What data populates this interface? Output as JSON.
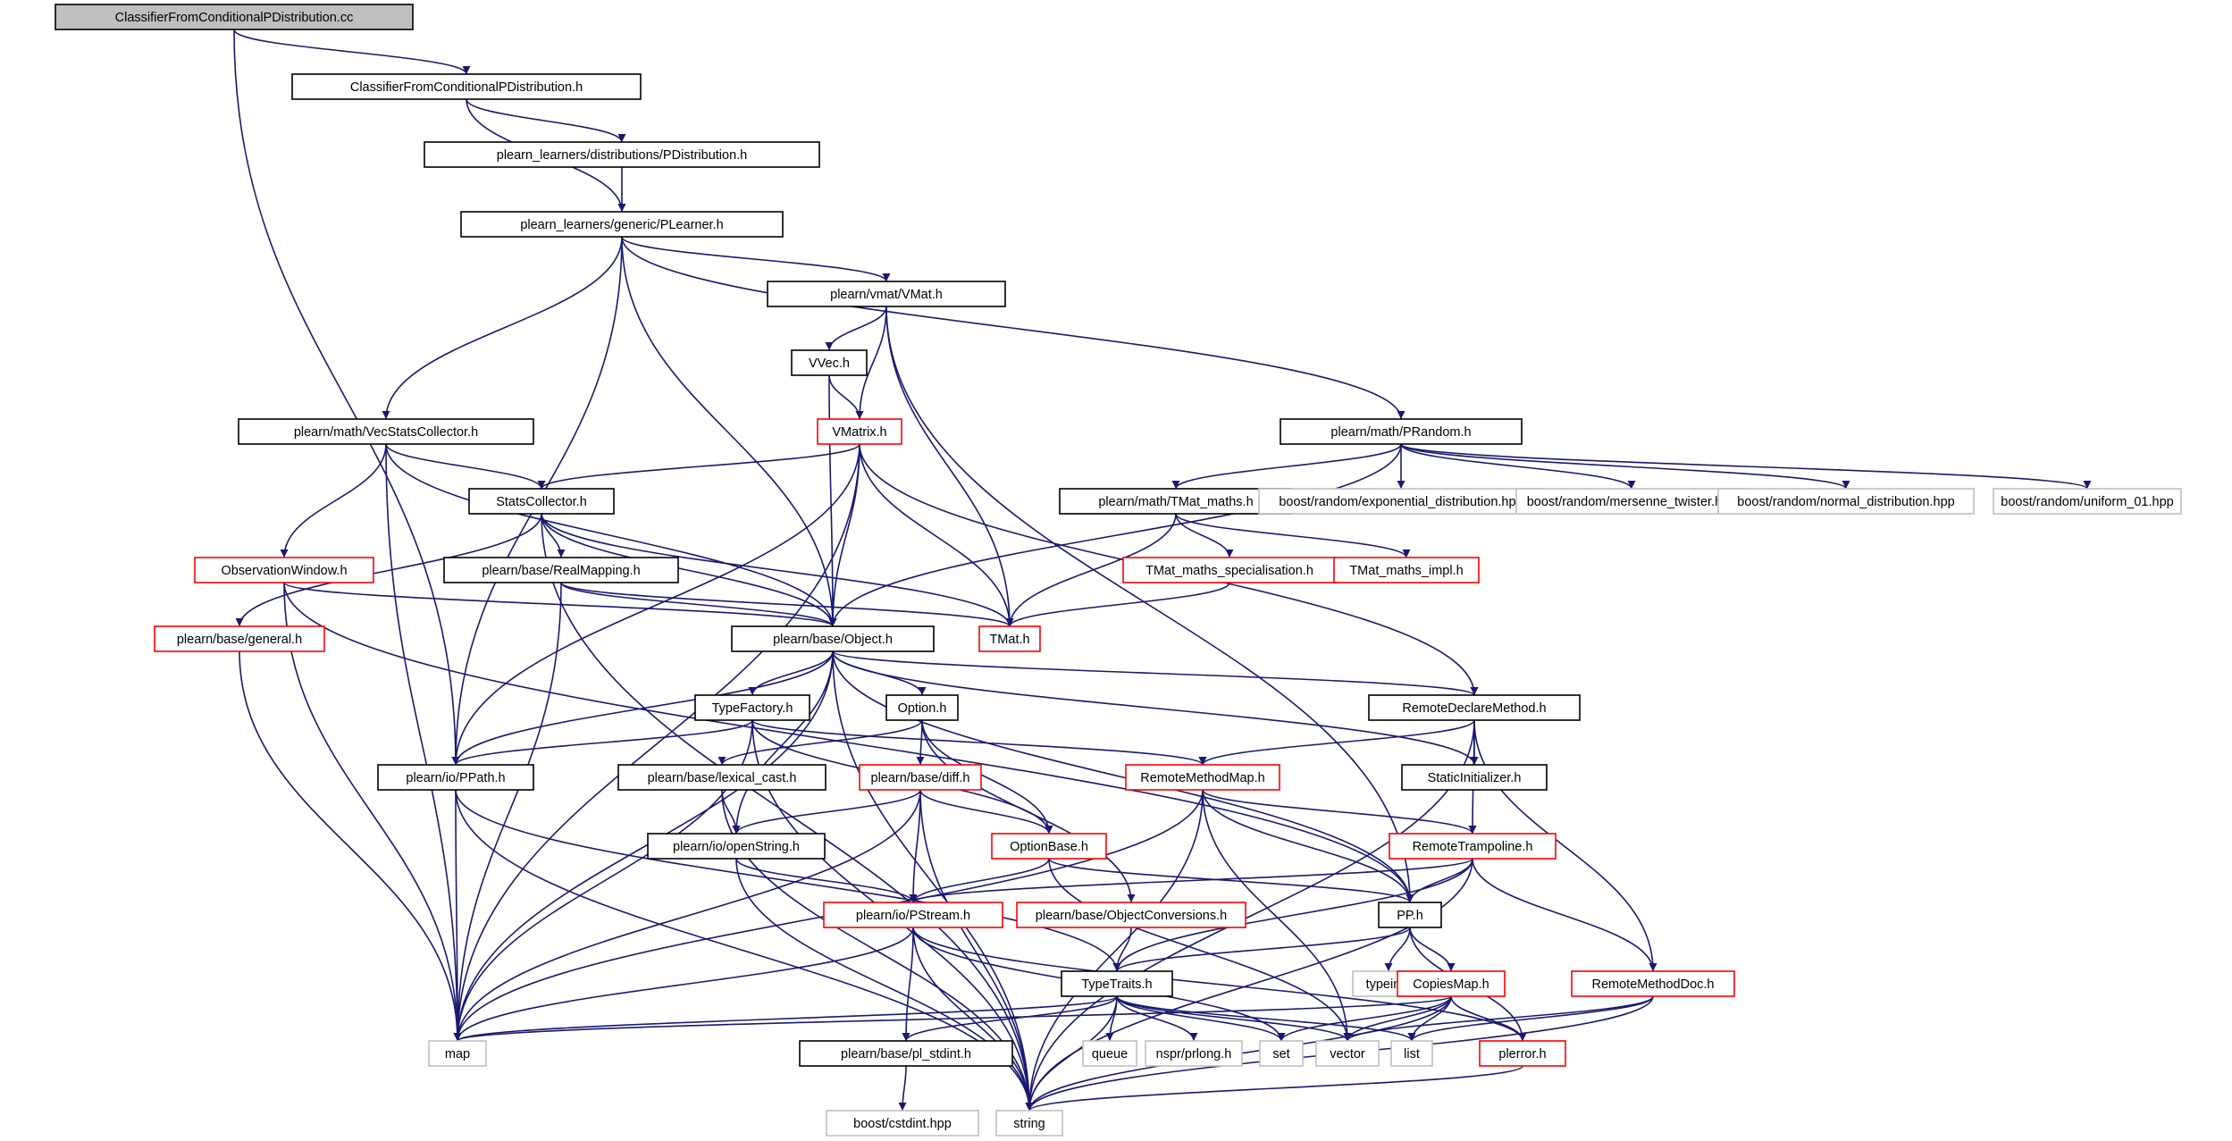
{
  "colors": {
    "edge": "#191970",
    "root_fill": "#bfbfbf",
    "normal_border": "#000000",
    "red_border": "#ff0000",
    "gray_border": "#bfbfbf",
    "gray_text": "#808080",
    "background": "#ffffff"
  },
  "nodes": [
    {
      "id": "root",
      "label": "ClassifierFromConditionalPDistribution.cc",
      "kind": "root"
    },
    {
      "id": "cfcpd_h",
      "label": "ClassifierFromConditionalPDistribution.h",
      "kind": "normal"
    },
    {
      "id": "pdist",
      "label": "plearn_learners/distributions/PDistribution.h",
      "kind": "normal"
    },
    {
      "id": "plearner",
      "label": "plearn_learners/generic/PLearner.h",
      "kind": "normal"
    },
    {
      "id": "vmat",
      "label": "plearn/vmat/VMat.h",
      "kind": "normal"
    },
    {
      "id": "vvec",
      "label": "VVec.h",
      "kind": "normal"
    },
    {
      "id": "vmatrix",
      "label": "VMatrix.h",
      "kind": "red"
    },
    {
      "id": "vecstats",
      "label": "plearn/math/VecStatsCollector.h",
      "kind": "normal"
    },
    {
      "id": "prandom",
      "label": "plearn/math/PRandom.h",
      "kind": "normal"
    },
    {
      "id": "statscoll",
      "label": "StatsCollector.h",
      "kind": "normal"
    },
    {
      "id": "tmatmaths",
      "label": "plearn/math/TMat_maths.h",
      "kind": "normal"
    },
    {
      "id": "expdist",
      "label": "boost/random/exponential_distribution.hpp",
      "kind": "gray"
    },
    {
      "id": "mersenne",
      "label": "boost/random/mersenne_twister.hpp",
      "kind": "gray"
    },
    {
      "id": "normdist",
      "label": "boost/random/normal_distribution.hpp",
      "kind": "gray"
    },
    {
      "id": "uniform01",
      "label": "boost/random/uniform_01.hpp",
      "kind": "gray"
    },
    {
      "id": "obswin",
      "label": "ObservationWindow.h",
      "kind": "red"
    },
    {
      "id": "realmap",
      "label": "plearn/base/RealMapping.h",
      "kind": "normal"
    },
    {
      "id": "tmatspec",
      "label": "TMat_maths_specialisation.h",
      "kind": "red"
    },
    {
      "id": "tmatimpl",
      "label": "TMat_maths_impl.h",
      "kind": "red"
    },
    {
      "id": "general",
      "label": "plearn/base/general.h",
      "kind": "red"
    },
    {
      "id": "object",
      "label": "plearn/base/Object.h",
      "kind": "normal"
    },
    {
      "id": "tmat",
      "label": "TMat.h",
      "kind": "red"
    },
    {
      "id": "typefactory",
      "label": "TypeFactory.h",
      "kind": "normal"
    },
    {
      "id": "option",
      "label": "Option.h",
      "kind": "normal"
    },
    {
      "id": "remotedecl",
      "label": "RemoteDeclareMethod.h",
      "kind": "normal"
    },
    {
      "id": "ppath",
      "label": "plearn/io/PPath.h",
      "kind": "normal"
    },
    {
      "id": "lexcast",
      "label": "plearn/base/lexical_cast.h",
      "kind": "normal"
    },
    {
      "id": "diff",
      "label": "plearn/base/diff.h",
      "kind": "red"
    },
    {
      "id": "remotemethodmap",
      "label": "RemoteMethodMap.h",
      "kind": "red"
    },
    {
      "id": "staticinit",
      "label": "StaticInitializer.h",
      "kind": "normal"
    },
    {
      "id": "openstring",
      "label": "plearn/io/openString.h",
      "kind": "normal"
    },
    {
      "id": "optionbase",
      "label": "OptionBase.h",
      "kind": "red"
    },
    {
      "id": "remotetramp",
      "label": "RemoteTrampoline.h",
      "kind": "red"
    },
    {
      "id": "pstream",
      "label": "plearn/io/PStream.h",
      "kind": "red"
    },
    {
      "id": "objconv",
      "label": "plearn/base/ObjectConversions.h",
      "kind": "red"
    },
    {
      "id": "pp",
      "label": "PP.h",
      "kind": "normal"
    },
    {
      "id": "typetraits",
      "label": "TypeTraits.h",
      "kind": "normal"
    },
    {
      "id": "typeinfo",
      "label": "typeinfo",
      "kind": "gray"
    },
    {
      "id": "copiesmap",
      "label": "CopiesMap.h",
      "kind": "red"
    },
    {
      "id": "remotemethoddoc",
      "label": "RemoteMethodDoc.h",
      "kind": "red"
    },
    {
      "id": "map",
      "label": "map",
      "kind": "gray"
    },
    {
      "id": "queue",
      "label": "queue",
      "kind": "gray"
    },
    {
      "id": "nsprlong",
      "label": "nspr/prlong.h",
      "kind": "gray"
    },
    {
      "id": "set",
      "label": "set",
      "kind": "gray"
    },
    {
      "id": "vector",
      "label": "vector",
      "kind": "gray"
    },
    {
      "id": "list",
      "label": "list",
      "kind": "gray"
    },
    {
      "id": "plerror",
      "label": "plerror.h",
      "kind": "red"
    },
    {
      "id": "plstdint",
      "label": "plearn/base/pl_stdint.h",
      "kind": "normal"
    },
    {
      "id": "cstdint",
      "label": "boost/cstdint.hpp",
      "kind": "gray"
    },
    {
      "id": "string",
      "label": "string",
      "kind": "gray"
    }
  ],
  "edges": [
    [
      "root",
      "cfcpd_h"
    ],
    [
      "root",
      "ppath"
    ],
    [
      "cfcpd_h",
      "pdist"
    ],
    [
      "cfcpd_h",
      "plearner"
    ],
    [
      "pdist",
      "plearner"
    ],
    [
      "plearner",
      "vmat"
    ],
    [
      "plearner",
      "prandom"
    ],
    [
      "plearner",
      "vecstats"
    ],
    [
      "plearner",
      "object"
    ],
    [
      "plearner",
      "ppath"
    ],
    [
      "vmat",
      "vvec"
    ],
    [
      "vmat",
      "vmatrix"
    ],
    [
      "vmat",
      "tmat"
    ],
    [
      "vmat",
      "pp"
    ],
    [
      "vvec",
      "vmatrix"
    ],
    [
      "vvec",
      "object"
    ],
    [
      "vmatrix",
      "statscoll"
    ],
    [
      "vmatrix",
      "object"
    ],
    [
      "vmatrix",
      "tmat"
    ],
    [
      "vmatrix",
      "ppath"
    ],
    [
      "vmatrix",
      "map"
    ],
    [
      "vmatrix",
      "remotedecl"
    ],
    [
      "vecstats",
      "statscoll"
    ],
    [
      "vecstats",
      "obswin"
    ],
    [
      "vecstats",
      "object"
    ],
    [
      "vecstats",
      "map"
    ],
    [
      "prandom",
      "tmatmaths"
    ],
    [
      "prandom",
      "expdist"
    ],
    [
      "prandom",
      "mersenne"
    ],
    [
      "prandom",
      "normdist"
    ],
    [
      "prandom",
      "uniform01"
    ],
    [
      "prandom",
      "object"
    ],
    [
      "statscoll",
      "realmap"
    ],
    [
      "statscoll",
      "object"
    ],
    [
      "statscoll",
      "tmat"
    ],
    [
      "statscoll",
      "general"
    ],
    [
      "statscoll",
      "string"
    ],
    [
      "tmatmaths",
      "tmatspec"
    ],
    [
      "tmatmaths",
      "tmatimpl"
    ],
    [
      "tmatmaths",
      "tmat"
    ],
    [
      "tmatspec",
      "tmat"
    ],
    [
      "obswin",
      "object"
    ],
    [
      "obswin",
      "map"
    ],
    [
      "obswin",
      "pp"
    ],
    [
      "realmap",
      "object"
    ],
    [
      "realmap",
      "tmat"
    ],
    [
      "realmap",
      "map"
    ],
    [
      "general",
      "map"
    ],
    [
      "object",
      "typefactory"
    ],
    [
      "object",
      "option"
    ],
    [
      "object",
      "remotedecl"
    ],
    [
      "object",
      "ppath"
    ],
    [
      "object",
      "pp"
    ],
    [
      "object",
      "openstring"
    ],
    [
      "object",
      "staticinit"
    ],
    [
      "object",
      "map"
    ],
    [
      "object",
      "string"
    ],
    [
      "typefactory",
      "ppath"
    ],
    [
      "typefactory",
      "remotemethodmap"
    ],
    [
      "typefactory",
      "optionbase"
    ],
    [
      "typefactory",
      "map"
    ],
    [
      "typefactory",
      "string"
    ],
    [
      "option",
      "lexcast"
    ],
    [
      "option",
      "diff"
    ],
    [
      "option",
      "optionbase"
    ],
    [
      "option",
      "objconv"
    ],
    [
      "remotedecl",
      "remotemethodmap"
    ],
    [
      "remotedecl",
      "staticinit"
    ],
    [
      "remotedecl",
      "remotetramp"
    ],
    [
      "remotedecl",
      "remotemethoddoc"
    ],
    [
      "remotedecl",
      "string"
    ],
    [
      "ppath",
      "map"
    ],
    [
      "ppath",
      "typetraits"
    ],
    [
      "ppath",
      "string"
    ],
    [
      "lexcast",
      "openstring"
    ],
    [
      "lexcast",
      "string"
    ],
    [
      "diff",
      "openstring"
    ],
    [
      "diff",
      "optionbase"
    ],
    [
      "diff",
      "pstream"
    ],
    [
      "diff",
      "map"
    ],
    [
      "diff",
      "string"
    ],
    [
      "remotemethodmap",
      "remotetramp"
    ],
    [
      "remotemethodmap",
      "pp"
    ],
    [
      "remotemethodmap",
      "map"
    ],
    [
      "remotemethodmap",
      "string"
    ],
    [
      "remotemethodmap",
      "vector"
    ],
    [
      "openstring",
      "pstream"
    ],
    [
      "openstring",
      "string"
    ],
    [
      "optionbase",
      "pstream"
    ],
    [
      "optionbase",
      "pp"
    ],
    [
      "optionbase",
      "vector"
    ],
    [
      "remotetramp",
      "pp"
    ],
    [
      "remotetramp",
      "pstream"
    ],
    [
      "remotetramp",
      "typetraits"
    ],
    [
      "remotetramp",
      "remotemethoddoc"
    ],
    [
      "remotetramp",
      "string"
    ],
    [
      "pstream",
      "plstdint"
    ],
    [
      "pstream",
      "map"
    ],
    [
      "pstream",
      "set"
    ],
    [
      "pstream",
      "plerror"
    ],
    [
      "pstream",
      "string"
    ],
    [
      "objconv",
      "typetraits"
    ],
    [
      "pp",
      "typetraits"
    ],
    [
      "pp",
      "typeinfo"
    ],
    [
      "pp",
      "copiesmap"
    ],
    [
      "pp",
      "plerror"
    ],
    [
      "typetraits",
      "map"
    ],
    [
      "typetraits",
      "queue"
    ],
    [
      "typetraits",
      "nsprlong"
    ],
    [
      "typetraits",
      "set"
    ],
    [
      "typetraits",
      "vector"
    ],
    [
      "typetraits",
      "list"
    ],
    [
      "typetraits",
      "plstdint"
    ],
    [
      "typetraits",
      "string"
    ],
    [
      "copiesmap",
      "map"
    ],
    [
      "copiesmap",
      "set"
    ],
    [
      "copiesmap",
      "vector"
    ],
    [
      "copiesmap",
      "list"
    ],
    [
      "copiesmap",
      "plerror"
    ],
    [
      "copiesmap",
      "string"
    ],
    [
      "remotemethoddoc",
      "vector"
    ],
    [
      "remotemethoddoc",
      "list"
    ],
    [
      "remotemethoddoc",
      "string"
    ],
    [
      "plerror",
      "string"
    ],
    [
      "plstdint",
      "cstdint"
    ]
  ]
}
